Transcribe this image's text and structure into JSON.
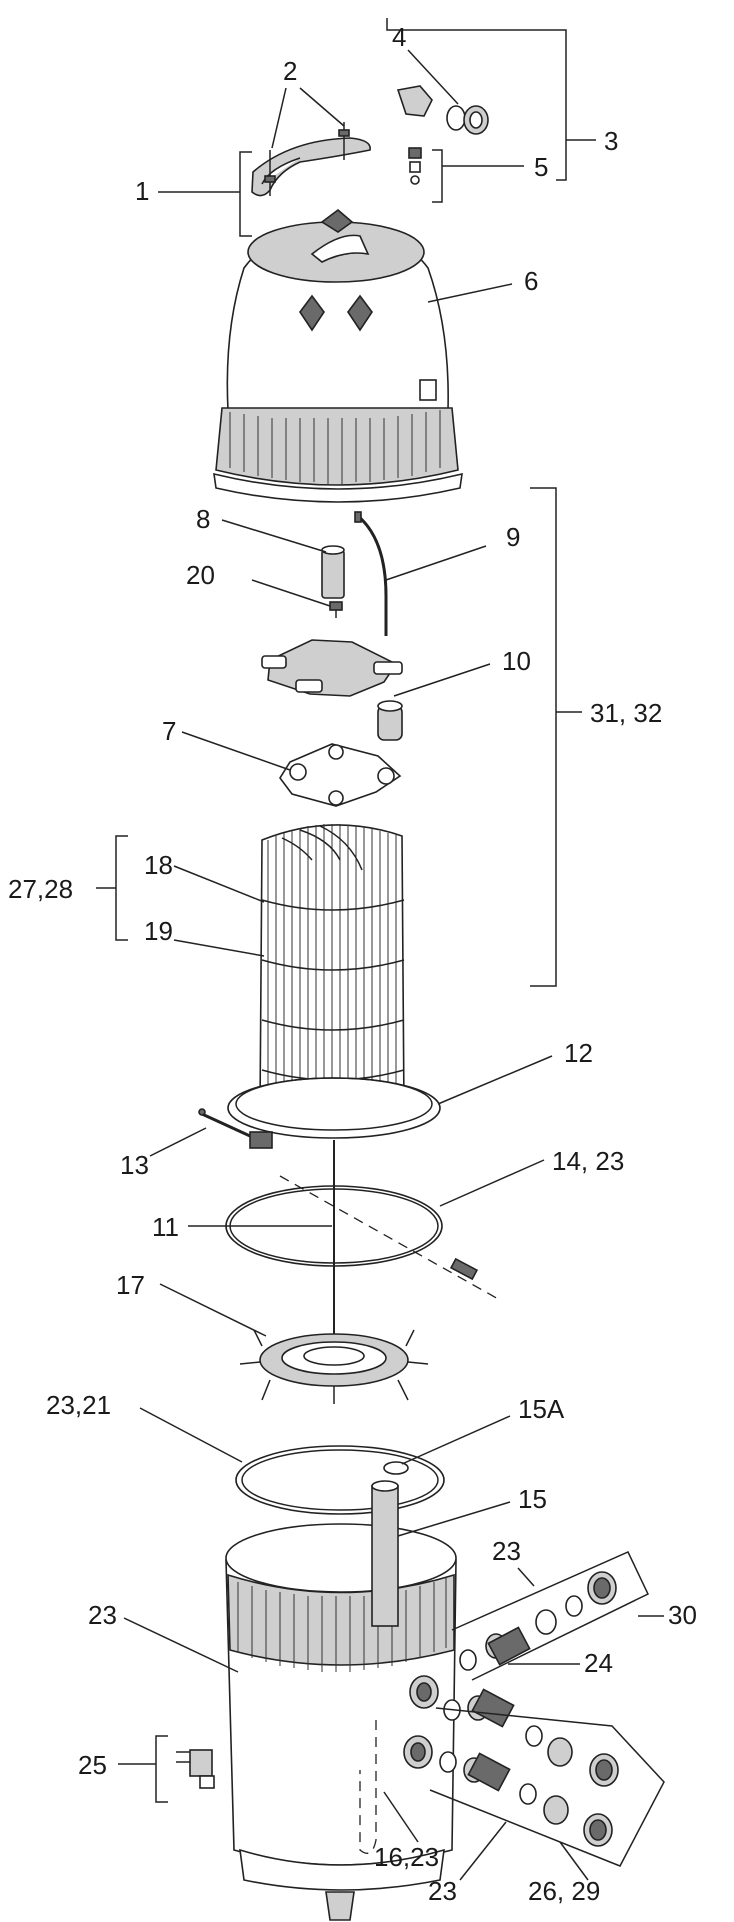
{
  "labels": {
    "l1": "1",
    "l2": "2",
    "l3": "3",
    "l4": "4",
    "l5": "5",
    "l6": "6",
    "l8": "8",
    "l9": "9",
    "l20": "20",
    "l10": "10",
    "l31_32": "31, 32",
    "l7": "7",
    "l27_28": "27,28",
    "l18": "18",
    "l19": "19",
    "l12": "12",
    "l13": "13",
    "l14_23": "14, 23",
    "l11": "11",
    "l17": "17",
    "l23_21": "23,21",
    "l15A": "15A",
    "l15": "15",
    "l23a": "23",
    "l30": "30",
    "l23b": "23",
    "l24": "24",
    "l25": "25",
    "l16_23": "16,23",
    "l23c": "23",
    "l26_29": "26, 29"
  },
  "icons": {
    "lid": "filter-lid-icon",
    "tank": "filter-tank-icon",
    "grid": "filter-grid-icon"
  }
}
